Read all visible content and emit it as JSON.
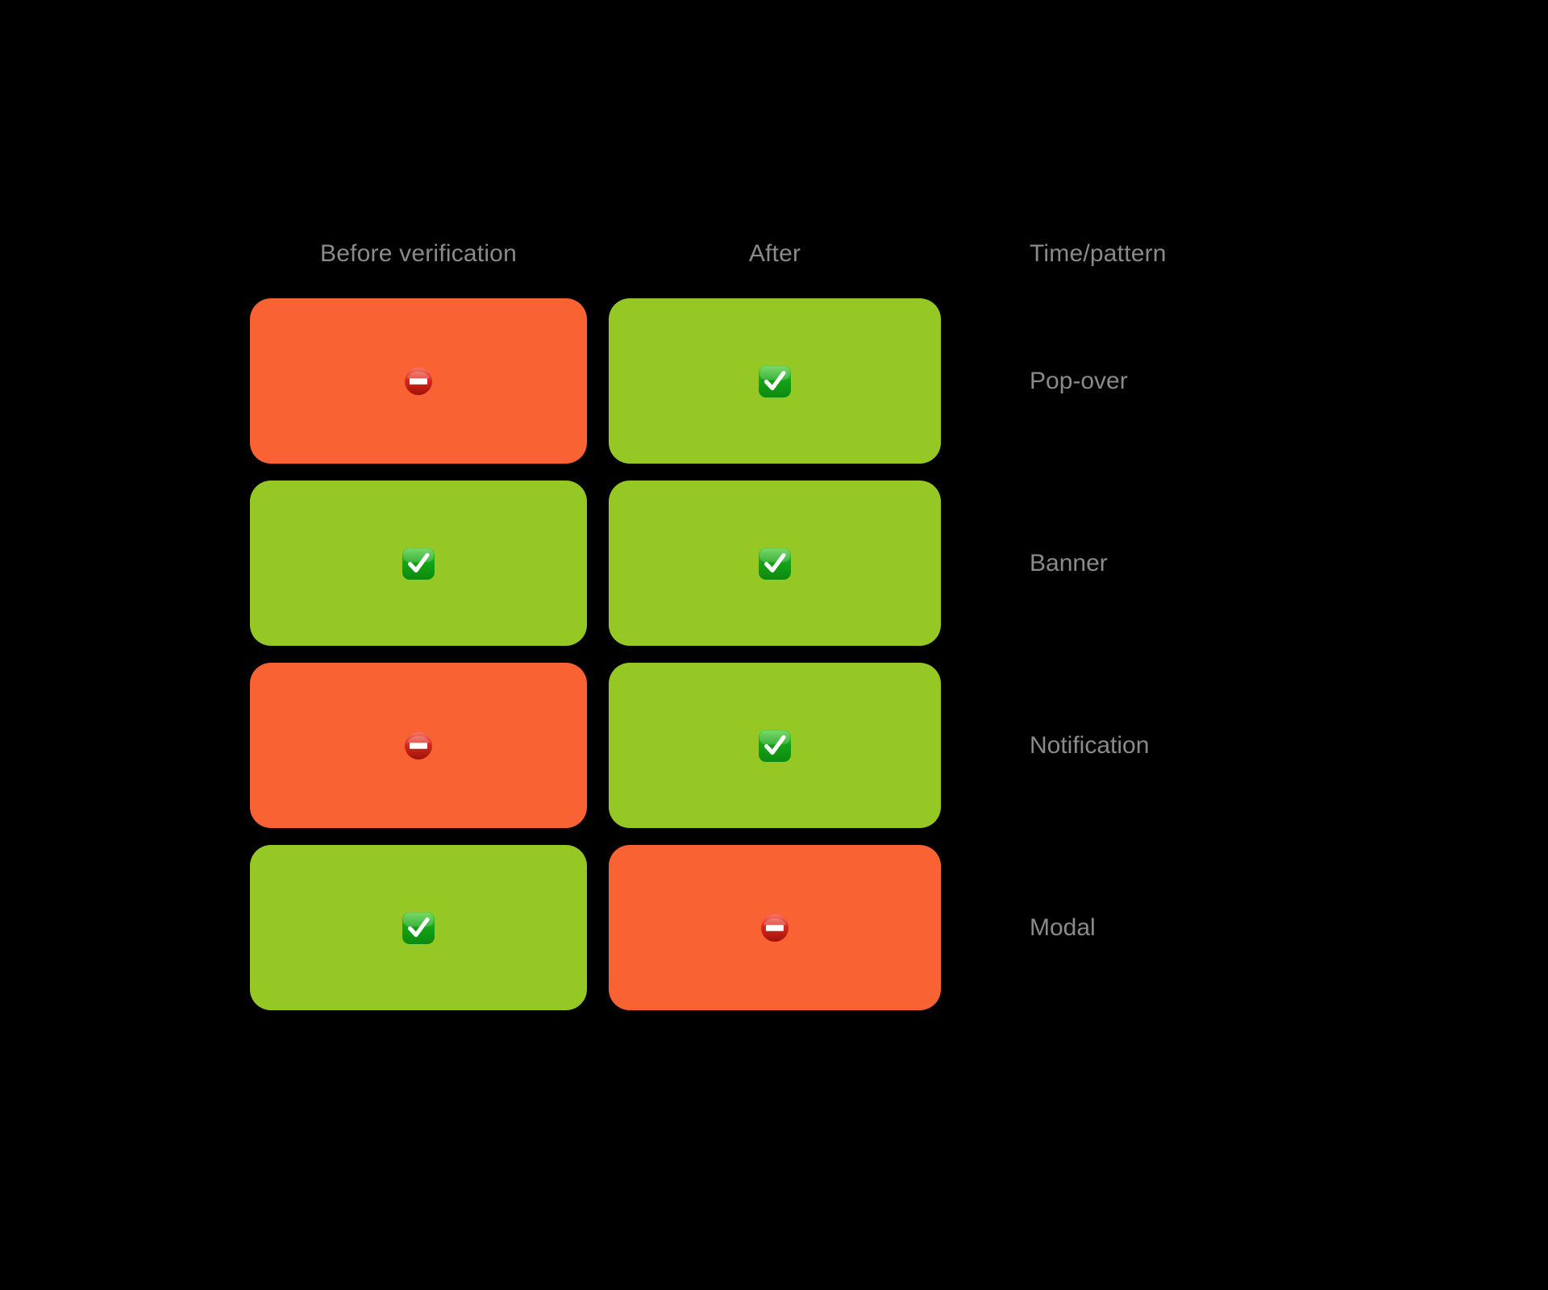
{
  "background_color": "#000000",
  "colors": {
    "blocked": "#f96232",
    "allowed": "#96c825",
    "text": "#8a8a8a",
    "check_icon_box": "#15a415",
    "check_icon_mark": "#ffffff",
    "no_entry_icon_circle": "#d8291c",
    "no_entry_icon_bar": "#ffffff"
  },
  "columns": {
    "before": "Before verification",
    "after": "After",
    "pattern": "Time/pattern"
  },
  "icons": {
    "blocked": "no-entry-icon",
    "allowed": "check-mark-button-icon"
  },
  "rows": [
    {
      "label": "Pop-over",
      "before": "blocked",
      "after": "allowed",
      "before_icon": "no-entry-icon",
      "after_icon": "check-mark-button-icon"
    },
    {
      "label": "Banner",
      "before": "allowed",
      "after": "allowed",
      "before_icon": "check-mark-button-icon",
      "after_icon": "check-mark-button-icon"
    },
    {
      "label": "Notification",
      "before": "blocked",
      "after": "allowed",
      "before_icon": "no-entry-icon",
      "after_icon": "check-mark-button-icon"
    },
    {
      "label": "Modal",
      "before": "allowed",
      "after": "blocked",
      "before_icon": "check-mark-button-icon",
      "after_icon": "no-entry-icon"
    }
  ]
}
